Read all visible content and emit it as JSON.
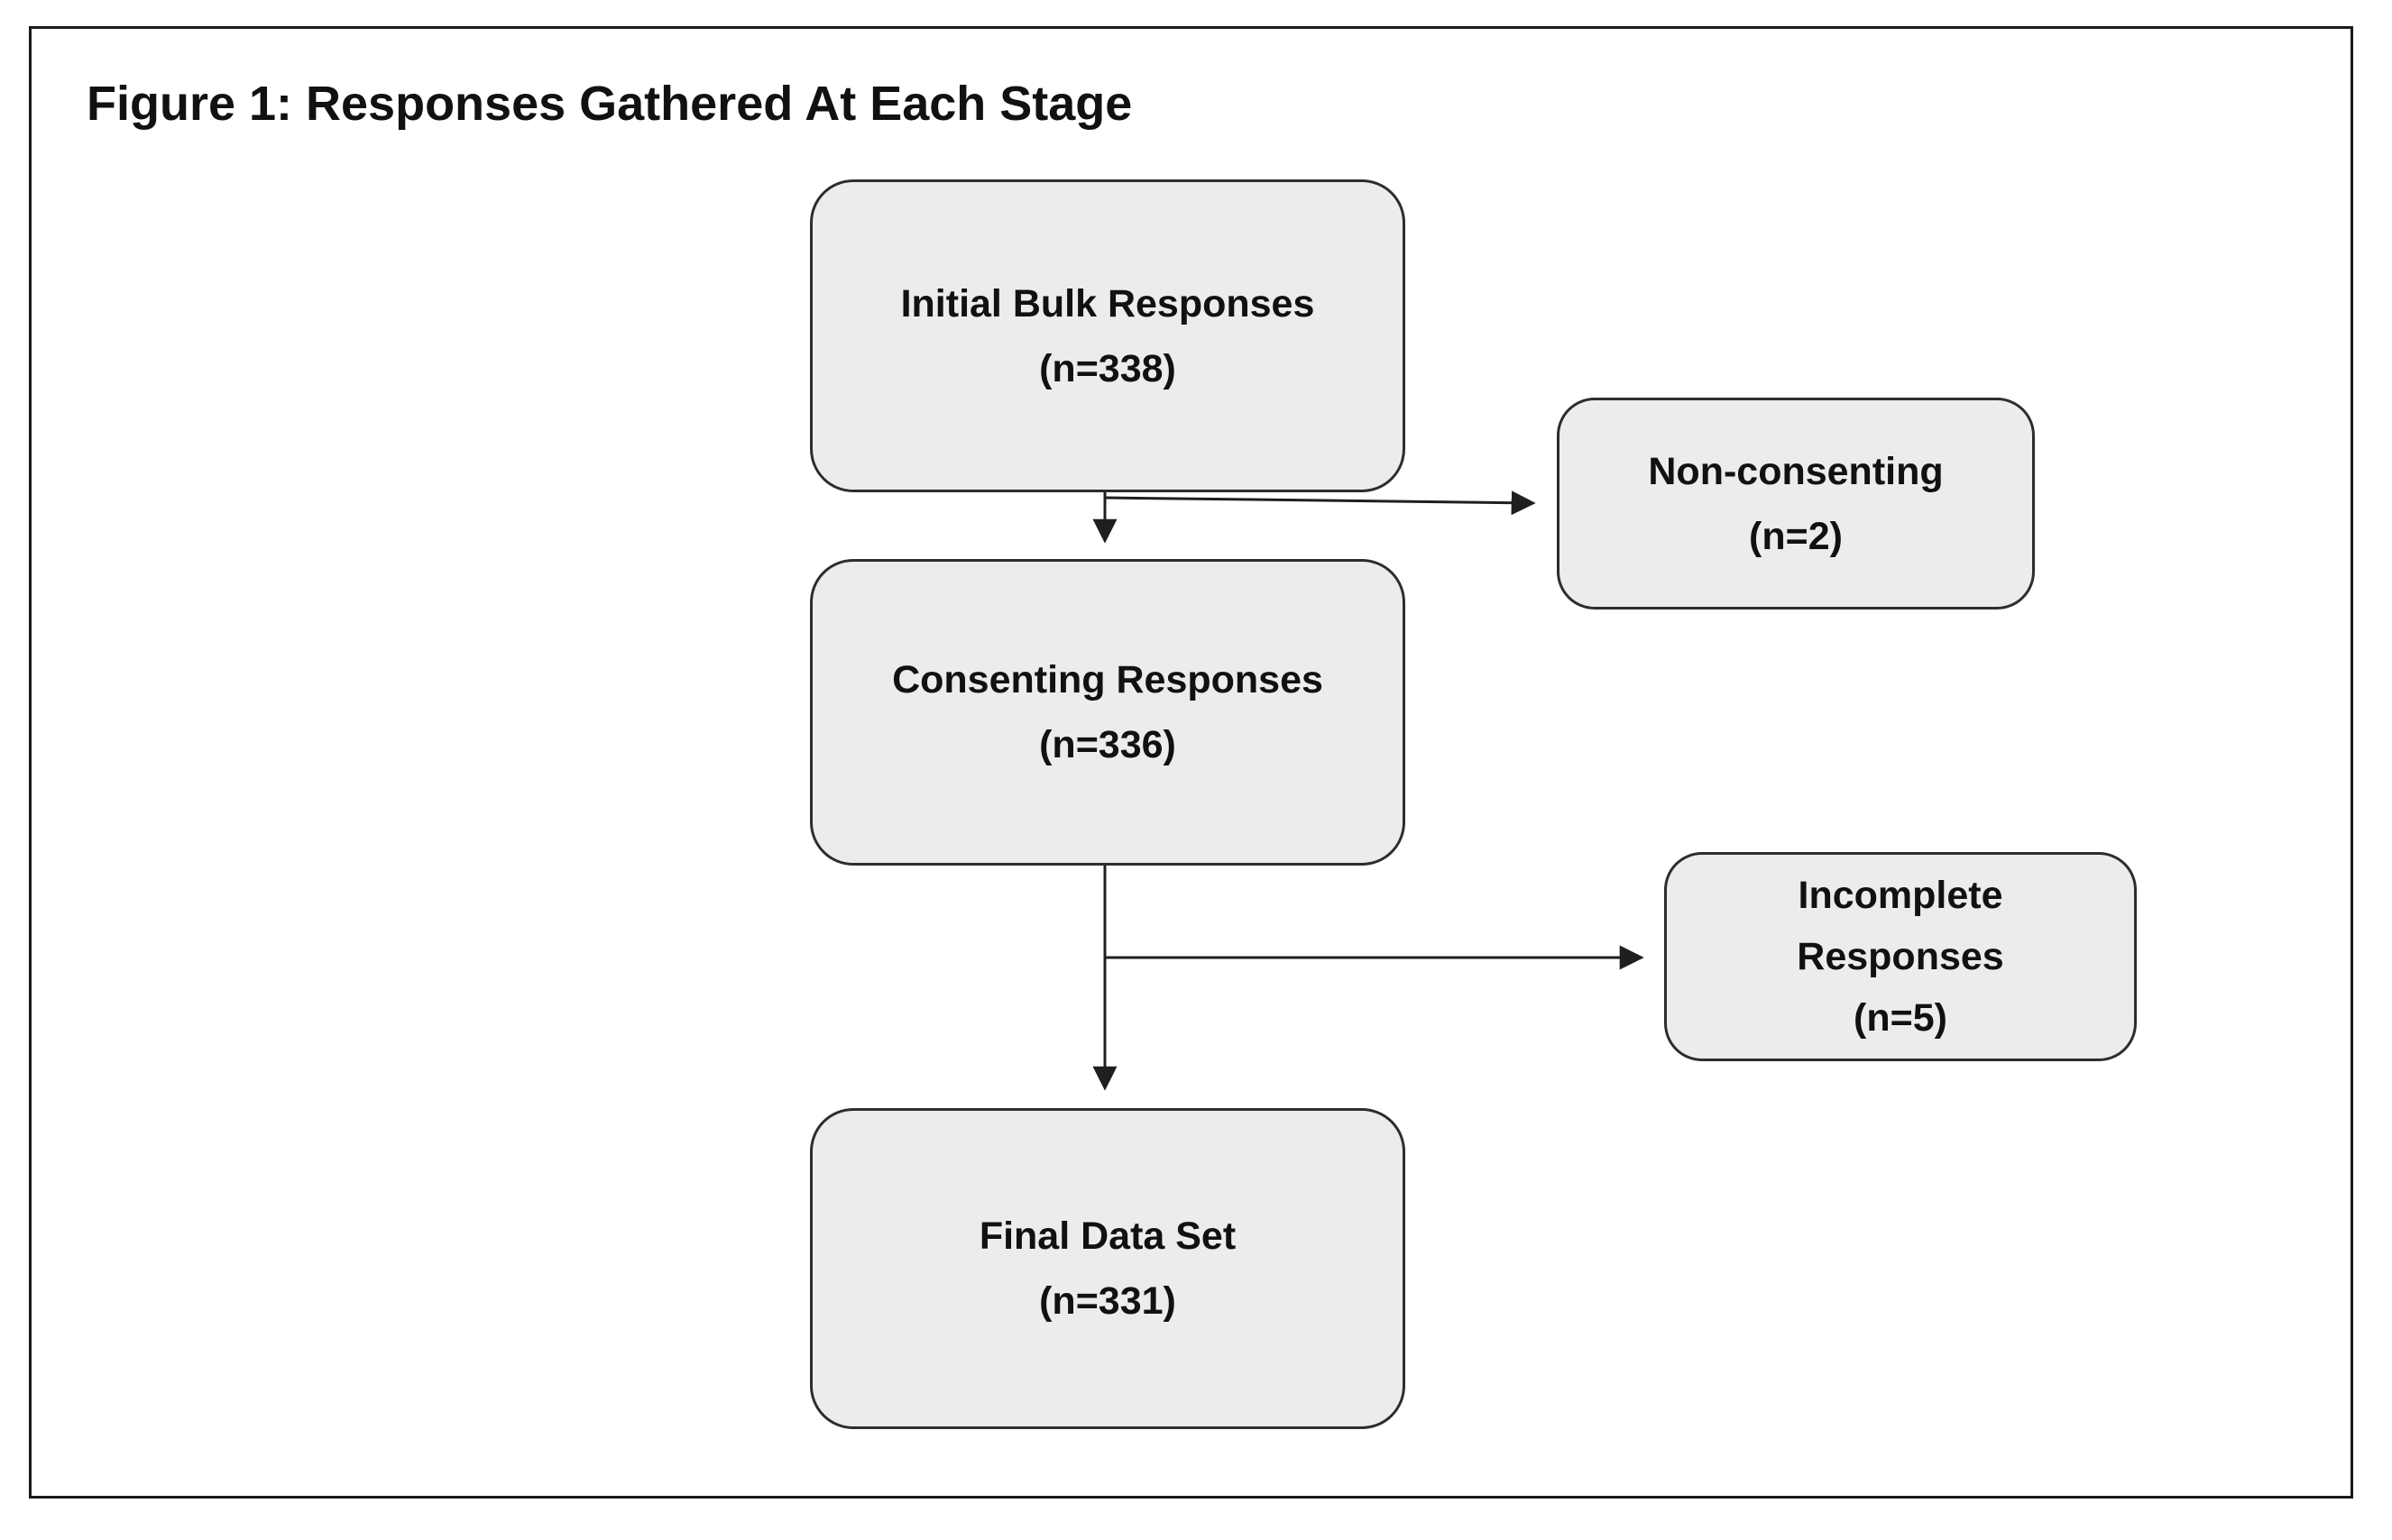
{
  "figure": {
    "title": "Figure 1: Responses Gathered At Each Stage"
  },
  "flow": {
    "nodes": [
      {
        "id": "initial",
        "label": "Initial Bulk Responses",
        "count": "(n=338)",
        "n": 338
      },
      {
        "id": "non-consenting",
        "label": "Non-consenting",
        "count": "(n=2)",
        "n": 2
      },
      {
        "id": "consenting",
        "label": "Consenting Responses",
        "count": "(n=336)",
        "n": 336
      },
      {
        "id": "incomplete",
        "label": "Incomplete Responses",
        "count": "(n=5)",
        "n": 5
      },
      {
        "id": "final",
        "label": "Final Data Set",
        "count": "(n=331)",
        "n": 331
      }
    ],
    "edges": [
      {
        "from": "initial",
        "to": "non-consenting"
      },
      {
        "from": "initial",
        "to": "consenting"
      },
      {
        "from": "consenting",
        "to": "incomplete"
      },
      {
        "from": "consenting",
        "to": "final"
      }
    ]
  },
  "colors": {
    "box_fill": "#ececec",
    "box_border": "#2d2d2d",
    "connector": "#1f1f1f",
    "frame_border": "#1a1a1a",
    "text": "#111111",
    "background": "#ffffff"
  }
}
